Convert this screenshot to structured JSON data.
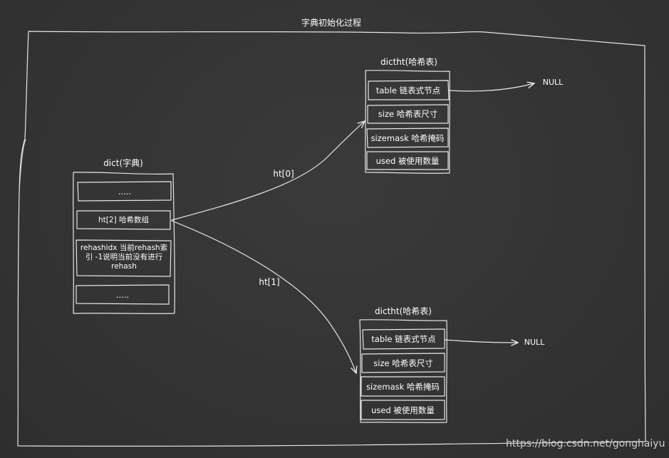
{
  "title": "字典初始化过程",
  "dict": {
    "label": "dict(字典)",
    "rows": [
      ".....",
      "ht[2] 哈希数组",
      "rehashidx 当前rehash索引 -1说明当前没有进行 rehash",
      "....."
    ]
  },
  "arrows": {
    "ht0": "ht[0]",
    "ht1": "ht[1]"
  },
  "dictht_top": {
    "label": "dictht(哈希表)",
    "rows": [
      "table 链表式节点",
      "size 哈希表尺寸",
      "sizemask 哈希掩码",
      "used 被使用数量"
    ],
    "null_label": "NULL"
  },
  "dictht_bottom": {
    "label": "dictht(哈希表)",
    "rows": [
      "table 链表式节点",
      "size 哈希表尺寸",
      "sizemask 哈希掩码",
      "used 被使用数量"
    ],
    "null_label": "NULL"
  },
  "watermark": "https://blog.csdn.net/gonghaiyu",
  "colors": {
    "background": "#333333",
    "stroke": "#e6e6e6",
    "text": "#ffffff"
  }
}
